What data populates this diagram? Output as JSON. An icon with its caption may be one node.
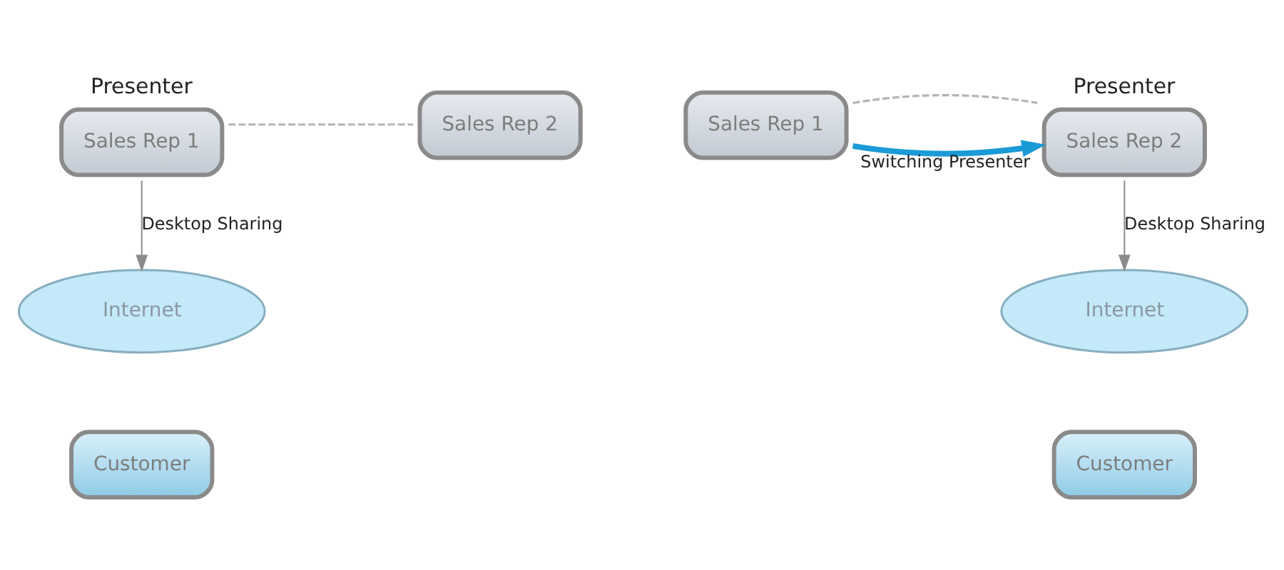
{
  "diagram": {
    "nodes": [
      {
        "text": [
          "Sales Rep 1"
        ],
        "beside": [
          "Presenter"
        ]
      },
      {
        "text": [
          "Sales Rep 2"
        ]
      },
      {
        "text": [
          "Internet"
        ]
      },
      {
        "text": [
          "Customer"
        ]
      },
      {
        "text": [
          "Sales Rep 1"
        ]
      },
      {
        "text": [
          "Sales Rep 2"
        ],
        "beside": [
          "Presenter"
        ]
      },
      {
        "text": [
          "Internet"
        ]
      },
      {
        "text": [
          "Customer"
        ]
      }
    ],
    "edges": [
      {
        "from": 0,
        "to": 1,
        "arrow": "none",
        "style": "dashed"
      },
      {
        "from": 0,
        "to": 2,
        "arrow": "to",
        "label": "Desktop Sharing"
      },
      {
        "from": 4,
        "to": 5,
        "arrow": "to",
        "label": "Switching Presenter",
        "style": "thick",
        "color": "#1a9ad6"
      },
      {
        "from": 4,
        "to": 5,
        "arrow": "none",
        "style": "dashed"
      },
      {
        "from": 5,
        "to": 6,
        "arrow": "to",
        "label": "Desktop Sharing"
      }
    ]
  }
}
